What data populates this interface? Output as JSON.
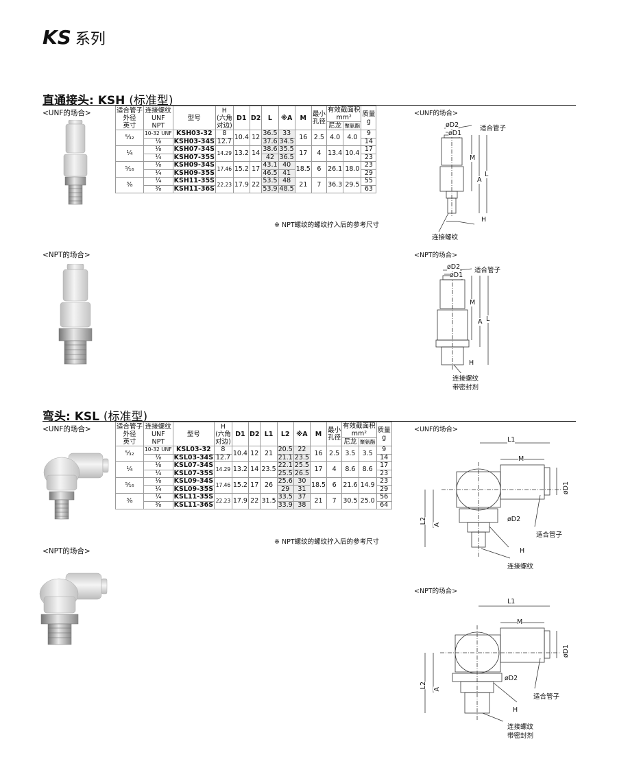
{
  "page": {
    "series_title": "KS",
    "series_suffix": "系列"
  },
  "sections": {
    "ksh": {
      "title": "直通接头: KSH",
      "paren": "(标准型)"
    },
    "ksl": {
      "title": "弯头: KSL",
      "paren": "(标准型)"
    }
  },
  "labels": {
    "unf_case": "<UNF的场合>",
    "npt_case": "<NPT的场合>",
    "note": "※ NPT螺纹的螺纹拧入后的参考尺寸",
    "od1": "øD1",
    "od2": "øD2",
    "fit_tube": "适合管子",
    "conn_thread": "连接螺纹",
    "sealant": "带密封剂",
    "M": "M",
    "A": "A",
    "L": "L",
    "H": "H",
    "L1": "L1",
    "L2": "L2"
  },
  "headers": {
    "tube_od": [
      "适合管子",
      "外径",
      "英寸"
    ],
    "conn": [
      "连接螺纹",
      "UNF",
      "NPT"
    ],
    "model": "型号",
    "H": [
      "H",
      "(六角",
      "对边)"
    ],
    "D1": "D1",
    "D2": "D2",
    "L": "L",
    "L1": "L1",
    "L2": "L2",
    "A": "※A",
    "M": "M",
    "min_bore": [
      "最小",
      "孔径"
    ],
    "eff_area": [
      "有效截面积",
      "mm²"
    ],
    "nylon": "尼龙",
    "urethane": "聚氨酯",
    "mass": [
      "质量",
      "g"
    ]
  },
  "ksh_table": [
    {
      "od": "⁵⁄₃₂",
      "H": [
        "8",
        "12.7"
      ],
      "D1": "10.4",
      "D2": "12",
      "M": "16",
      "bore": "2.5",
      "ny": "4.0",
      "ur": "4.0",
      "rows": [
        {
          "conn": "10-32 UNF",
          "model": "KSH03-32",
          "L": "36.5",
          "A": "33",
          "mass": "9"
        },
        {
          "conn": "¹⁄₈",
          "model": "KSH03-34S",
          "L": "37.6",
          "A": "34.5",
          "mass": "14"
        }
      ]
    },
    {
      "od": "¹⁄₄",
      "H": [
        "14.29"
      ],
      "D1": "13.2",
      "D2": "14",
      "M": "17",
      "bore": "4",
      "ny": "13.4",
      "ur": "10.4",
      "rows": [
        {
          "conn": "¹⁄₈",
          "model": "KSH07-34S",
          "L": "38.6",
          "A": "35.5",
          "mass": "17"
        },
        {
          "conn": "¹⁄₄",
          "model": "KSH07-35S",
          "L": "42",
          "A": "36.5",
          "mass": "23"
        }
      ]
    },
    {
      "od": "⁵⁄₁₆",
      "H": [
        "17.46"
      ],
      "D1": "15.2",
      "D2": "17",
      "M": "18.5",
      "bore": "6",
      "ny": "26.1",
      "ur": "18.0",
      "rows": [
        {
          "conn": "¹⁄₈",
          "model": "KSH09-34S",
          "L": "43.1",
          "A": "40",
          "mass": "23"
        },
        {
          "conn": "¹⁄₄",
          "model": "KSH09-35S",
          "L": "46.5",
          "A": "41",
          "mass": "29"
        }
      ]
    },
    {
      "od": "³⁄₈",
      "H": [
        "22.23"
      ],
      "D1": "17.9",
      "D2": "22",
      "M": "21",
      "bore": "7",
      "ny": "36.3",
      "ur": "29.5",
      "rows": [
        {
          "conn": "¹⁄₄",
          "model": "KSH11-35S",
          "L": "53.5",
          "A": "48",
          "mass": "55"
        },
        {
          "conn": "³⁄₈",
          "model": "KSH11-36S",
          "L": "53.9",
          "A": "48.5",
          "mass": "63"
        }
      ]
    }
  ],
  "ksl_table": [
    {
      "od": "⁵⁄₃₂",
      "H": [
        "8",
        "12.7"
      ],
      "D1": "10.4",
      "D2": "12",
      "L1": "21",
      "M": "16",
      "bore": "2.5",
      "ny": "3.5",
      "ur": "3.5",
      "rows": [
        {
          "conn": "10-32 UNF",
          "model": "KSL03-32",
          "L2": "20.5",
          "A": "22",
          "mass": "9"
        },
        {
          "conn": "¹⁄₈",
          "model": "KSL03-34S",
          "L2": "21.1",
          "A": "23.5",
          "mass": "14"
        }
      ]
    },
    {
      "od": "¹⁄₄",
      "H": [
        "14.29"
      ],
      "D1": "13.2",
      "D2": "14",
      "L1": "23.5",
      "M": "17",
      "bore": "4",
      "ny": "8.6",
      "ur": "8.6",
      "rows": [
        {
          "conn": "¹⁄₈",
          "model": "KSL07-34S",
          "L2": "22.1",
          "A": "25.5",
          "mass": "17"
        },
        {
          "conn": "¹⁄₄",
          "model": "KSL07-35S",
          "L2": "25.5",
          "A": "26.5",
          "mass": "23"
        }
      ]
    },
    {
      "od": "⁵⁄₁₆",
      "H": [
        "17.46"
      ],
      "D1": "15.2",
      "D2": "17",
      "L1": "26",
      "M": "18.5",
      "bore": "6",
      "ny": "21.6",
      "ur": "14.9",
      "rows": [
        {
          "conn": "¹⁄₈",
          "model": "KSL09-34S",
          "L2": "25.6",
          "A": "30",
          "mass": "23"
        },
        {
          "conn": "¹⁄₄",
          "model": "KSL09-35S",
          "L2": "29",
          "A": "31",
          "mass": "29"
        }
      ]
    },
    {
      "od": "³⁄₈",
      "H": [
        "22.23"
      ],
      "D1": "17.9",
      "D2": "22",
      "L1": "31.5",
      "M": "21",
      "bore": "7",
      "ny": "30.5",
      "ur": "25.0",
      "rows": [
        {
          "conn": "¹⁄₄",
          "model": "KSL11-35S",
          "L2": "33.5",
          "A": "37",
          "mass": "56"
        },
        {
          "conn": "³⁄₈",
          "model": "KSL11-36S",
          "L2": "33.9",
          "A": "38",
          "mass": "64"
        }
      ]
    }
  ]
}
